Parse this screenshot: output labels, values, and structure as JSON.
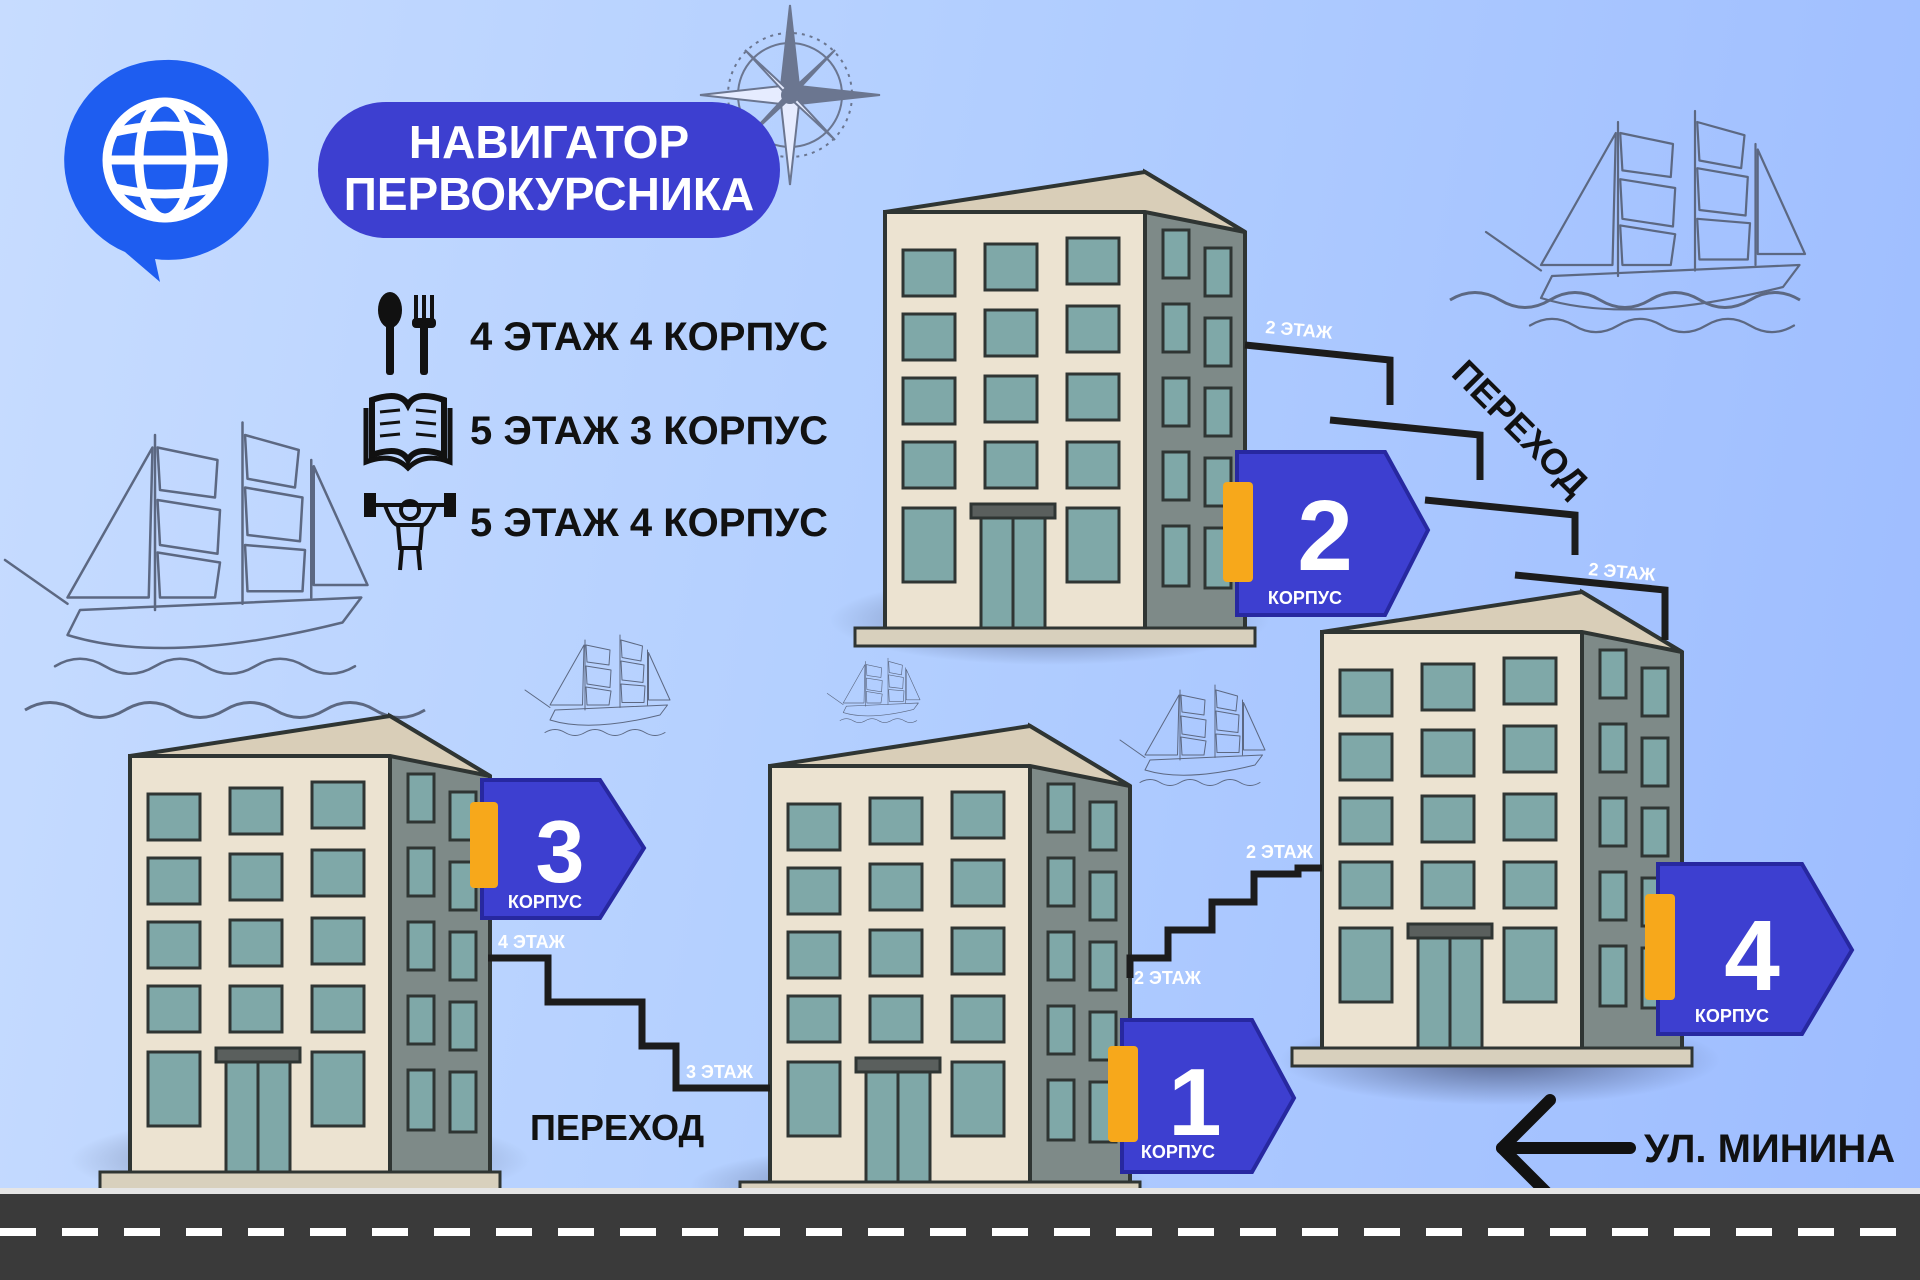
{
  "title": {
    "line1": "НАВИГАТОР",
    "line2": "ПЕРВОКУРСНИКА"
  },
  "legend": [
    {
      "icon": "fork-spoon-icon",
      "text": "4 ЭТАЖ 4 КОРПУС"
    },
    {
      "icon": "open-book-icon",
      "text": "5 ЭТАЖ 3 КОРПУС"
    },
    {
      "icon": "weightlifter-icon",
      "text": "5 ЭТАЖ 4 КОРПУС"
    }
  ],
  "buildings": [
    {
      "number": "1",
      "label": "КОРПУС"
    },
    {
      "number": "2",
      "label": "КОРПУС"
    },
    {
      "number": "3",
      "label": "КОРПУС"
    },
    {
      "number": "4",
      "label": "КОРПУС"
    }
  ],
  "passages": {
    "label_top": "ПЕРЕХОД",
    "label_bottom": "ПЕРЕХОД",
    "b2_left": "2 ЭТАЖ",
    "b2_right": "2 ЭТАЖ",
    "b3_upper": "4 ЭТАЖ",
    "b3_lower": "3 ЭТАЖ",
    "b4_upper": "2 ЭТАЖ",
    "b1_right": "2 ЭТАЖ"
  },
  "street": {
    "name": "УЛ. МИНИНА"
  },
  "colors": {
    "accent_blue": "#3d3fd0",
    "logo_blue": "#1e5df0",
    "tag_orange": "#f7a81b",
    "road": "#3a3a3a"
  }
}
